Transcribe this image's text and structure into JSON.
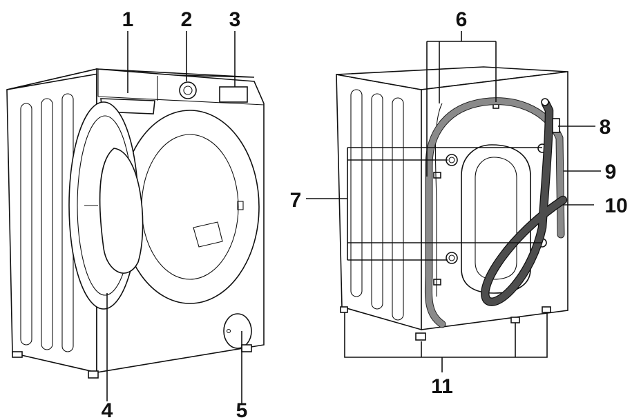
{
  "callouts": [
    {
      "id": "1",
      "label": "1"
    },
    {
      "id": "2",
      "label": "2"
    },
    {
      "id": "3",
      "label": "3"
    },
    {
      "id": "4",
      "label": "4"
    },
    {
      "id": "5",
      "label": "5"
    },
    {
      "id": "6",
      "label": "6"
    },
    {
      "id": "7",
      "label": "7"
    },
    {
      "id": "8",
      "label": "8"
    },
    {
      "id": "9",
      "label": "9"
    },
    {
      "id": "10",
      "label": "10"
    },
    {
      "id": "11",
      "label": "11"
    }
  ],
  "colors": {
    "line": "#111111",
    "inlet_hose": "#8a8a8a",
    "drain_hose": "#4d4d4d",
    "background": "#ffffff"
  }
}
